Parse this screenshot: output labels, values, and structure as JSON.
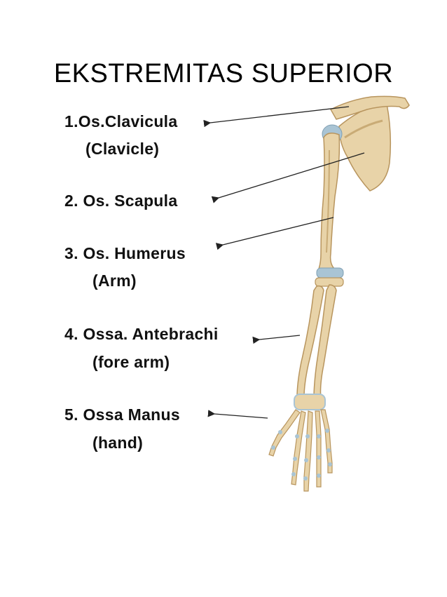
{
  "title": "EKSTREMITAS SUPERIOR",
  "labels": [
    {
      "name": "1.Os.Clavicula",
      "sub": "(Clavicle)"
    },
    {
      "name": "2. Os. Scapula",
      "sub": ""
    },
    {
      "name": "3. Os. Humerus",
      "sub": "(Arm)"
    },
    {
      "name": "4. Ossa. Antebrachi",
      "sub": "(fore arm)"
    },
    {
      "name": "5. Ossa Manus",
      "sub": "(hand)"
    }
  ],
  "colors": {
    "bone": "#e8d3a8",
    "bone_shadow": "#c9ab76",
    "cartilage": "#a9c4d4",
    "arrow": "#222222"
  }
}
